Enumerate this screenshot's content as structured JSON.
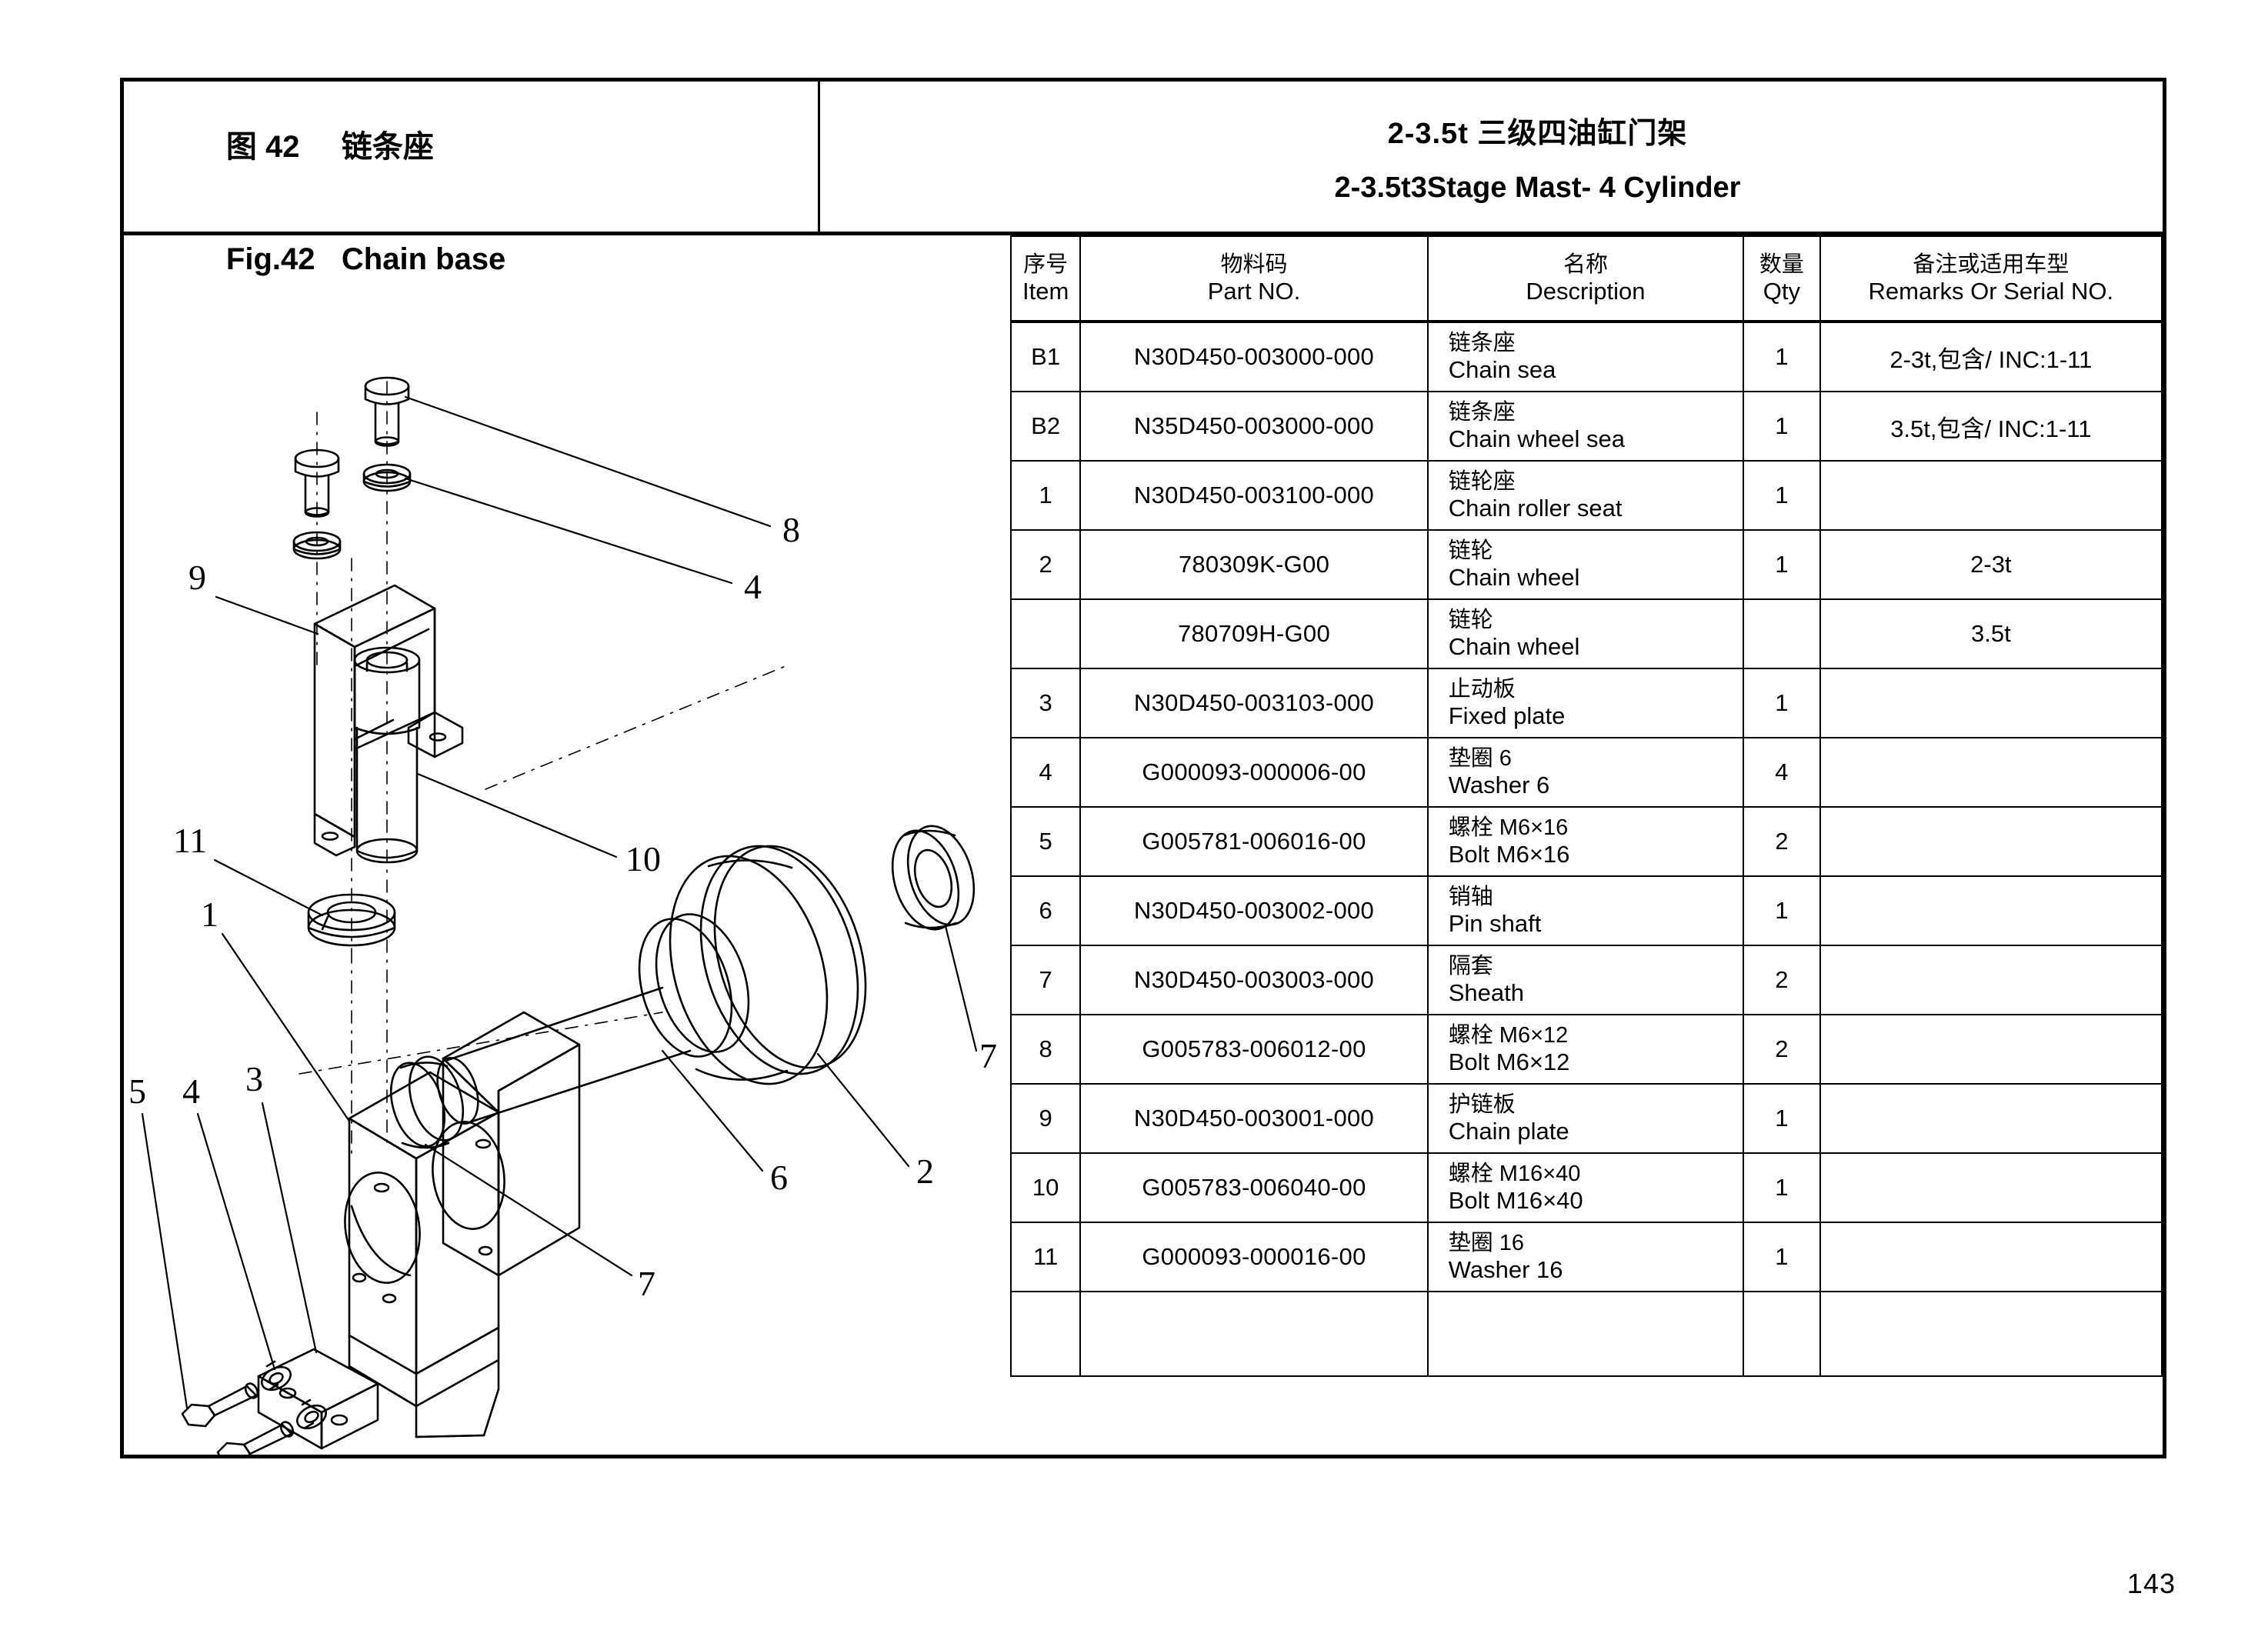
{
  "figure": {
    "cn_label": "图 42",
    "cn_title": "链条座",
    "en_label": "Fig.42",
    "en_title": "Chain base"
  },
  "assembly": {
    "cn_title": "2-3.5t 三级四油缸门架",
    "en_title": "2-3.5t3Stage Mast- 4 Cylinder"
  },
  "table": {
    "headers": {
      "item_cn": "序号",
      "item_en": "Item",
      "part_cn": "物料码",
      "part_en": "Part NO.",
      "desc_cn": "名称",
      "desc_en": "Description",
      "qty_cn": "数量",
      "qty_en": "Qty",
      "remark_cn": "备注或适用车型",
      "remark_en": "Remarks Or Serial NO."
    },
    "rows": [
      {
        "item": "B1",
        "part": "N30D450-003000-000",
        "desc_cn": "链条座",
        "desc_en": "Chain sea",
        "qty": "1",
        "remark": "2-3t,包含/ INC:1-11"
      },
      {
        "item": "B2",
        "part": "N35D450-003000-000",
        "desc_cn": "链条座",
        "desc_en": "Chain wheel sea",
        "qty": "1",
        "remark": "3.5t,包含/ INC:1-11"
      },
      {
        "item": "1",
        "part": "N30D450-003100-000",
        "desc_cn": "链轮座",
        "desc_en": "Chain roller seat",
        "qty": "1",
        "remark": ""
      },
      {
        "item": "2",
        "part": "780309K-G00",
        "desc_cn": "链轮",
        "desc_en": "Chain wheel",
        "qty": "1",
        "remark": "2-3t"
      },
      {
        "item": "",
        "part": "780709H-G00",
        "desc_cn": "链轮",
        "desc_en": "Chain wheel",
        "qty": "",
        "remark": "3.5t"
      },
      {
        "item": "3",
        "part": "N30D450-003103-000",
        "desc_cn": "止动板",
        "desc_en": "Fixed plate",
        "qty": "1",
        "remark": ""
      },
      {
        "item": "4",
        "part": "G000093-000006-00",
        "desc_cn": "垫圈 6",
        "desc_en": "Washer 6",
        "qty": "4",
        "remark": ""
      },
      {
        "item": "5",
        "part": "G005781-006016-00",
        "desc_cn": "螺栓 M6×16",
        "desc_en": "Bolt M6×16",
        "qty": "2",
        "remark": ""
      },
      {
        "item": "6",
        "part": "N30D450-003002-000",
        "desc_cn": "销轴",
        "desc_en": "Pin shaft",
        "qty": "1",
        "remark": ""
      },
      {
        "item": "7",
        "part": "N30D450-003003-000",
        "desc_cn": "隔套",
        "desc_en": "Sheath",
        "qty": "2",
        "remark": ""
      },
      {
        "item": "8",
        "part": "G005783-006012-00",
        "desc_cn": "螺栓 M6×12",
        "desc_en": "Bolt M6×12",
        "qty": "2",
        "remark": ""
      },
      {
        "item": "9",
        "part": "N30D450-003001-000",
        "desc_cn": "护链板",
        "desc_en": "Chain plate",
        "qty": "1",
        "remark": ""
      },
      {
        "item": "10",
        "part": "G005783-006040-00",
        "desc_cn": "螺栓 M16×40",
        "desc_en": "Bolt M16×40",
        "qty": "1",
        "remark": ""
      },
      {
        "item": "11",
        "part": "G000093-000016-00",
        "desc_cn": "垫圈 16",
        "desc_en": "Washer 16",
        "qty": "1",
        "remark": ""
      },
      {
        "item": "",
        "part": "",
        "desc_cn": "",
        "desc_en": "",
        "qty": "",
        "remark": ""
      }
    ]
  },
  "illustration": {
    "callouts": [
      {
        "id": "callout-8",
        "label": "8"
      },
      {
        "id": "callout-4a",
        "label": "4"
      },
      {
        "id": "callout-9",
        "label": "9"
      },
      {
        "id": "callout-11",
        "label": "11"
      },
      {
        "id": "callout-10",
        "label": "10"
      },
      {
        "id": "callout-1",
        "label": "1"
      },
      {
        "id": "callout-5",
        "label": "5"
      },
      {
        "id": "callout-4b",
        "label": "4"
      },
      {
        "id": "callout-3",
        "label": "3"
      },
      {
        "id": "callout-2",
        "label": "2"
      },
      {
        "id": "callout-6",
        "label": "6"
      },
      {
        "id": "callout-7a",
        "label": "7"
      },
      {
        "id": "callout-7b",
        "label": "7"
      }
    ]
  },
  "page": {
    "number": "143"
  },
  "colors": {
    "ink": "#000000",
    "paper": "#ffffff"
  }
}
